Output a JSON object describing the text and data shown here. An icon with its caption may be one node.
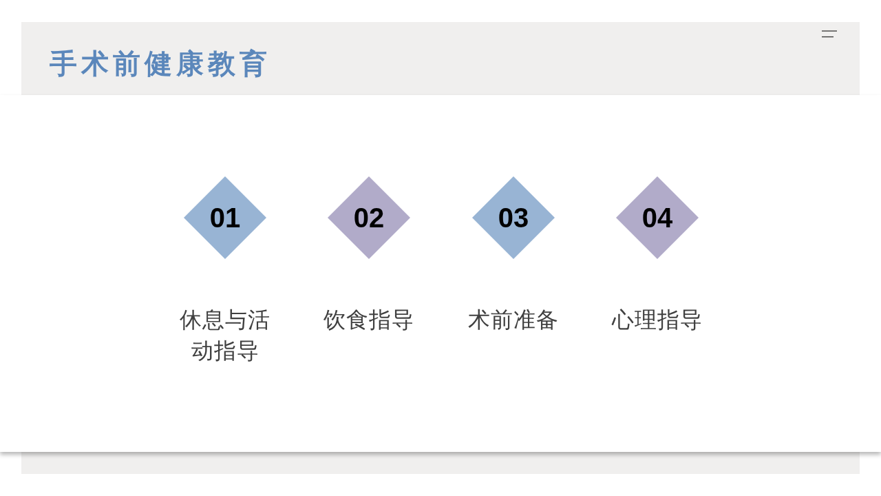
{
  "diagram": {
    "title": "手术前健康教育",
    "nodes": [
      {
        "text": [
          "01"
        ],
        "beside": [
          "休息与活动指导"
        ]
      },
      {
        "text": [
          "02"
        ],
        "beside": [
          "饮食指导"
        ]
      },
      {
        "text": [
          "03"
        ],
        "beside": [
          "术前准备"
        ]
      },
      {
        "text": [
          "04"
        ],
        "beside": [
          "心理指导"
        ]
      }
    ]
  }
}
